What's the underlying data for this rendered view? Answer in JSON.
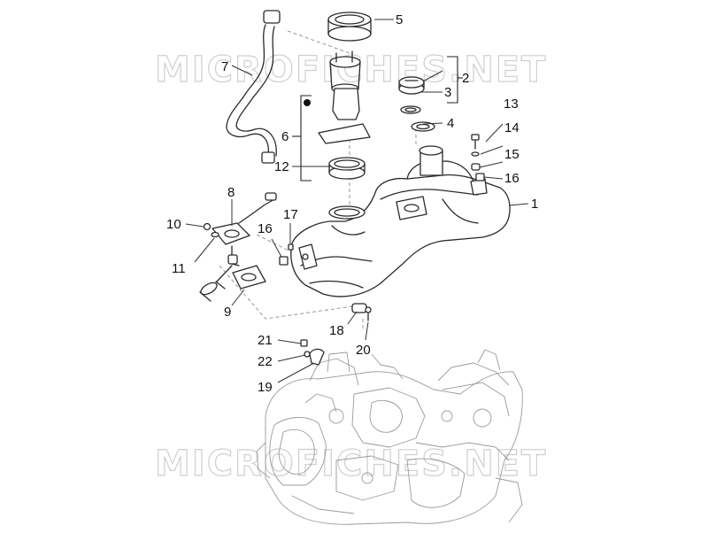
{
  "watermark": {
    "text_top": "MICROFICHES.NET",
    "text_bottom": "MICROFICHES.NET"
  },
  "callouts": {
    "c1": "1",
    "c2": "2",
    "c3": "3",
    "c4": "4",
    "c5": "5",
    "c6": "6",
    "c7": "7",
    "c8": "8",
    "c9": "9",
    "c10": "10",
    "c11": "11",
    "c12": "12",
    "c13": "13",
    "c14": "14",
    "c15": "15",
    "c16a": "16",
    "c16b": "16",
    "c17": "17",
    "c18": "18",
    "c19": "19",
    "c20": "20",
    "c21": "21",
    "c22": "22"
  },
  "colors": {
    "line": "#2a2a2a",
    "engine": "#9a9a9a",
    "watermark": "#cfcfcf"
  }
}
